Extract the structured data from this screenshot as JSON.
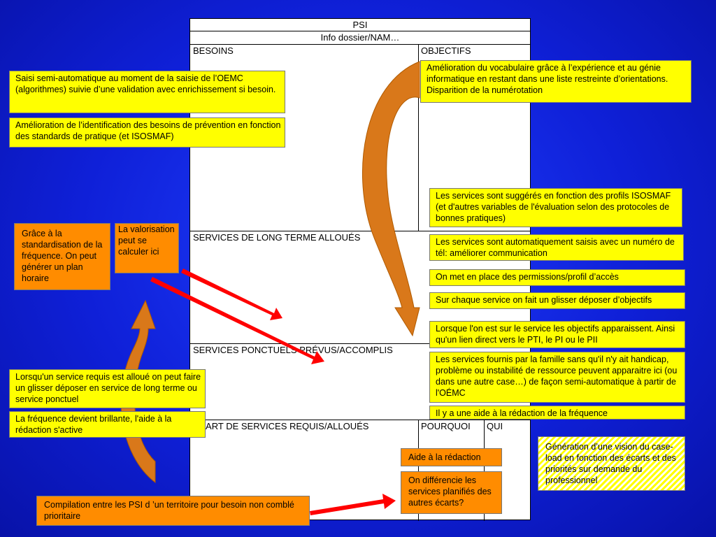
{
  "table": {
    "title": "PSI",
    "subtitle": "Info dossier/NAM…",
    "besoins": "BESOINS",
    "objectifs": "OBJECTIFS",
    "long_terme": "SERVICES DE LONG TERME ALLOUÉS",
    "ponctuels": "SERVICES PONCTUELS PRÉVUS/ACCOMPLIS",
    "ecart": "ÉCART DE SERVICES REQUIS/ALLOUÉS",
    "pourquoi": "POURQUOI",
    "qui": "QUI"
  },
  "notes": {
    "saisie": "Saisi semi-automatique au moment de la saisie de l’OEMC (algorithmes) suivie d’une validation avec enrichissement si besoin.",
    "identification": "Amélioration de l’identification des besoins de prévention en fonction des standards de pratique (et ISOSMAF)",
    "vocabulaire": "Amélioration du vocabulaire grâce à l’expérience et au génie informatique en restant dans une liste restreinte d’orientations. Disparition de la numérotation",
    "suggeres": "Les services sont suggérés en fonction des profils ISOSMAF (et d'autres variables de l'évaluation selon des protocoles de bonnes pratiques)",
    "automatiquement": "Les services sont automatiquement saisis avec un numéro de tél: améliorer communication",
    "permissions": "On met en place des permissions/profil d’accès",
    "glisser_objectifs": "Sur chaque service on fait un glisser déposer d’objectifs",
    "lorsque_service": "Lorsque l'on est sur le service les objectifs apparaissent. Ainsi qu'un lien direct vers le PTI, le PI ou le PII",
    "famille": "Les services fournis par la famille sans qu'il n'y ait handicap, problème ou instabilité de ressource peuvent apparaitre ici (ou dans une autre case…) de façon semi-automatique à partir de l'OÉMC",
    "aide_frequence": "Il y a une aide à la rédaction de la fréquence",
    "standardisation": "Grâce à la standardisation de la fréquence. On peut générer un plan horaire",
    "valorisation": "La valorisation peut se calculer ici",
    "service_requis": "Lorsqu'un service requis est alloué on peut faire un glisser déposer en service de long terme ou service ponctuel",
    "frequence_brillante": "La fréquence devient brillante, l'aide à la rédaction s'active",
    "aide_redaction": "Aide à la rédaction",
    "differencie": "On différencie les services planifiés des autres écarts?",
    "generation": "Génération d’une vision du case-load en fonction des écarts et des priorités sur demande du professionnel",
    "compilation": "Compilation entre les PSI d ’un territoire pour besoin non comblé prioritaire"
  },
  "colors": {
    "background": "#1020e0",
    "note_yellow": "#ffff00",
    "note_orange": "#ff8c00",
    "arrow_red": "#ff0000",
    "curved_arrow": "#e07a10"
  }
}
